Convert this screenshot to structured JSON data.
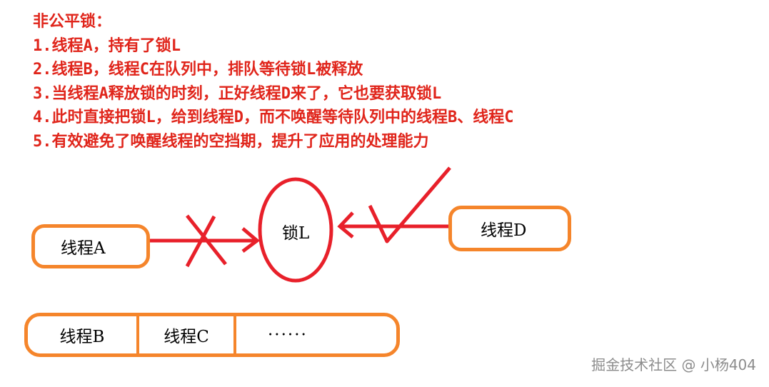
{
  "notes": {
    "title": "非公平锁：",
    "lines": [
      "1.线程A，持有了锁L",
      "2.线程B，线程C在队列中，排队等待锁L被释放",
      "3.当线程A释放锁的时刻，正好线程D来了，它也要获取锁L",
      "4.此时直接把锁L，给到线程D，而不唤醒等待队列中的线程B、线程C",
      "5.有效避免了唤醒线程的空挡期，提升了应用的处理能力"
    ]
  },
  "diagram": {
    "thread_a": "线程A",
    "lock": "锁L",
    "thread_d": "线程D",
    "queue": [
      "线程B",
      "线程C",
      "······"
    ]
  },
  "colors": {
    "text_red": "#e0251b",
    "mark_red": "#e8202a",
    "box_orange": "#f5852b"
  },
  "watermark": "掘金技术社区 @ 小杨404"
}
